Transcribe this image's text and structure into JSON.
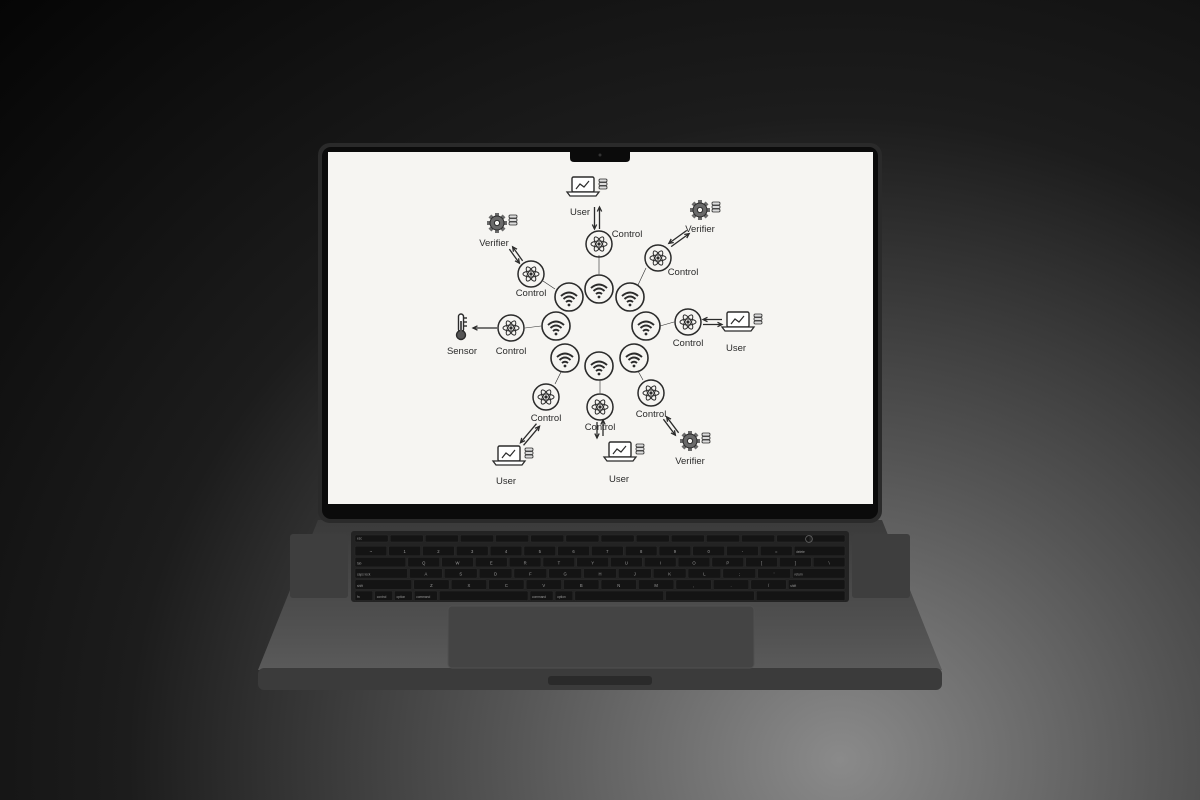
{
  "colors": {
    "screen_bg": "#f6f5f2",
    "ink": "#2b2b2b",
    "laptop_body": "#4a4a4a",
    "laptop_dark": "#222222",
    "key": "#1a1a1a"
  },
  "diagram": {
    "nodes": [
      {
        "id": "user-top",
        "icon": "laptop-chart-icon",
        "label": "User"
      },
      {
        "id": "control-top",
        "icon": "atom-icon",
        "label": "Control"
      },
      {
        "id": "verifier-topright",
        "icon": "gear-icon",
        "label": "Verifier"
      },
      {
        "id": "control-topright",
        "icon": "atom-icon",
        "label": "Control"
      },
      {
        "id": "verifier-topleft",
        "icon": "gear-icon",
        "label": "Verifier"
      },
      {
        "id": "control-topleft",
        "icon": "atom-icon",
        "label": "Control"
      },
      {
        "id": "sensor-left",
        "icon": "thermometer-icon",
        "label": "Sensor"
      },
      {
        "id": "control-left",
        "icon": "atom-icon",
        "label": "Control"
      },
      {
        "id": "user-right",
        "icon": "laptop-chart-icon",
        "label": "User"
      },
      {
        "id": "control-right",
        "icon": "atom-icon",
        "label": "Control"
      },
      {
        "id": "control-bottomleft",
        "icon": "atom-icon",
        "label": "Control"
      },
      {
        "id": "user-bottomleft",
        "icon": "laptop-chart-icon",
        "label": "User"
      },
      {
        "id": "control-bottom",
        "icon": "atom-icon",
        "label": "Control"
      },
      {
        "id": "user-bottom",
        "icon": "laptop-chart-icon",
        "label": "User"
      },
      {
        "id": "control-bottomright",
        "icon": "atom-icon",
        "label": "Control"
      },
      {
        "id": "verifier-bottomright",
        "icon": "gear-icon",
        "label": "Verifier"
      }
    ],
    "hub_icon": "wifi-icon",
    "hub_count": 8
  },
  "keyboard": {
    "rows": [
      [
        "esc",
        "",
        "",
        "",
        "",
        "",
        "",
        "",
        "",
        "",
        "",
        "",
        "",
        ""
      ],
      [
        "~",
        "1",
        "2",
        "3",
        "4",
        "5",
        "6",
        "7",
        "8",
        "9",
        "0",
        "-",
        "=",
        "delete"
      ],
      [
        "tab",
        "Q",
        "W",
        "E",
        "R",
        "T",
        "Y",
        "U",
        "I",
        "O",
        "P",
        "[",
        "]",
        "\\"
      ],
      [
        "caps lock",
        "A",
        "S",
        "D",
        "F",
        "G",
        "H",
        "J",
        "K",
        "L",
        ";",
        "'",
        "return"
      ],
      [
        "shift",
        "Z",
        "X",
        "C",
        "V",
        "B",
        "N",
        "M",
        ",",
        ".",
        "/",
        "shift"
      ],
      [
        "fn",
        "control",
        "option",
        "command",
        "",
        "command",
        "option",
        "",
        "",
        ""
      ]
    ]
  }
}
